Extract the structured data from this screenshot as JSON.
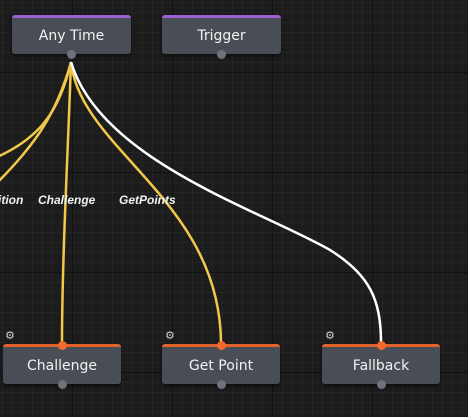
{
  "nodes": {
    "any_time": "Any Time",
    "trigger": "Trigger",
    "challenge": "Challenge",
    "get_point": "Get Point",
    "fallback": "Fallback"
  },
  "transitions": {
    "cut_off": "ition",
    "challenge": "Challenge",
    "get_points": "GetPoints"
  },
  "colors": {
    "condition_edge": "#f2c84a",
    "fallback_edge": "#ffffff",
    "state_accent": "#9b5fd0",
    "action_accent": "#e0622a"
  },
  "icons": {
    "node_gear": "gear-icon"
  }
}
